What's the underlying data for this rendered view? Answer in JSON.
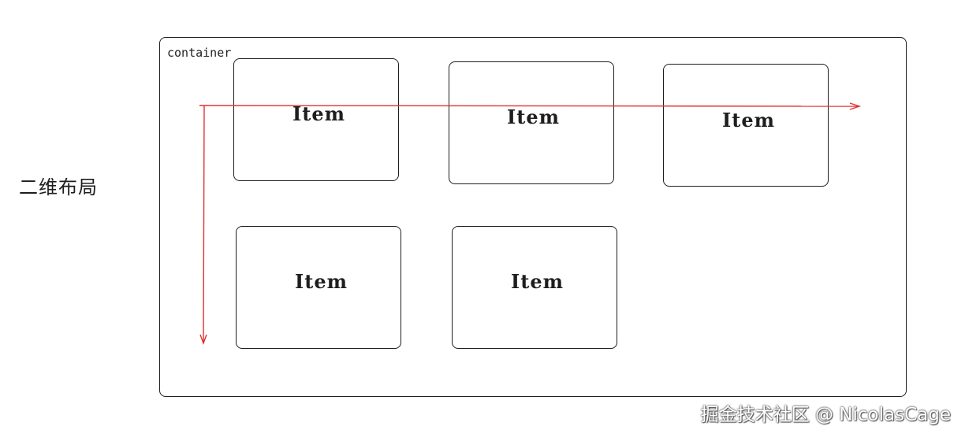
{
  "side_label": "二维布局",
  "container": {
    "label": "container"
  },
  "items": [
    {
      "label": "Item"
    },
    {
      "label": "Item"
    },
    {
      "label": "Item"
    },
    {
      "label": "Item"
    },
    {
      "label": "Item"
    }
  ],
  "watermark": "掘金技术社区 @ NicolasCage",
  "colors": {
    "stroke": "#1e1e1e",
    "arrow": "#e03131",
    "background": "#ffffff"
  }
}
